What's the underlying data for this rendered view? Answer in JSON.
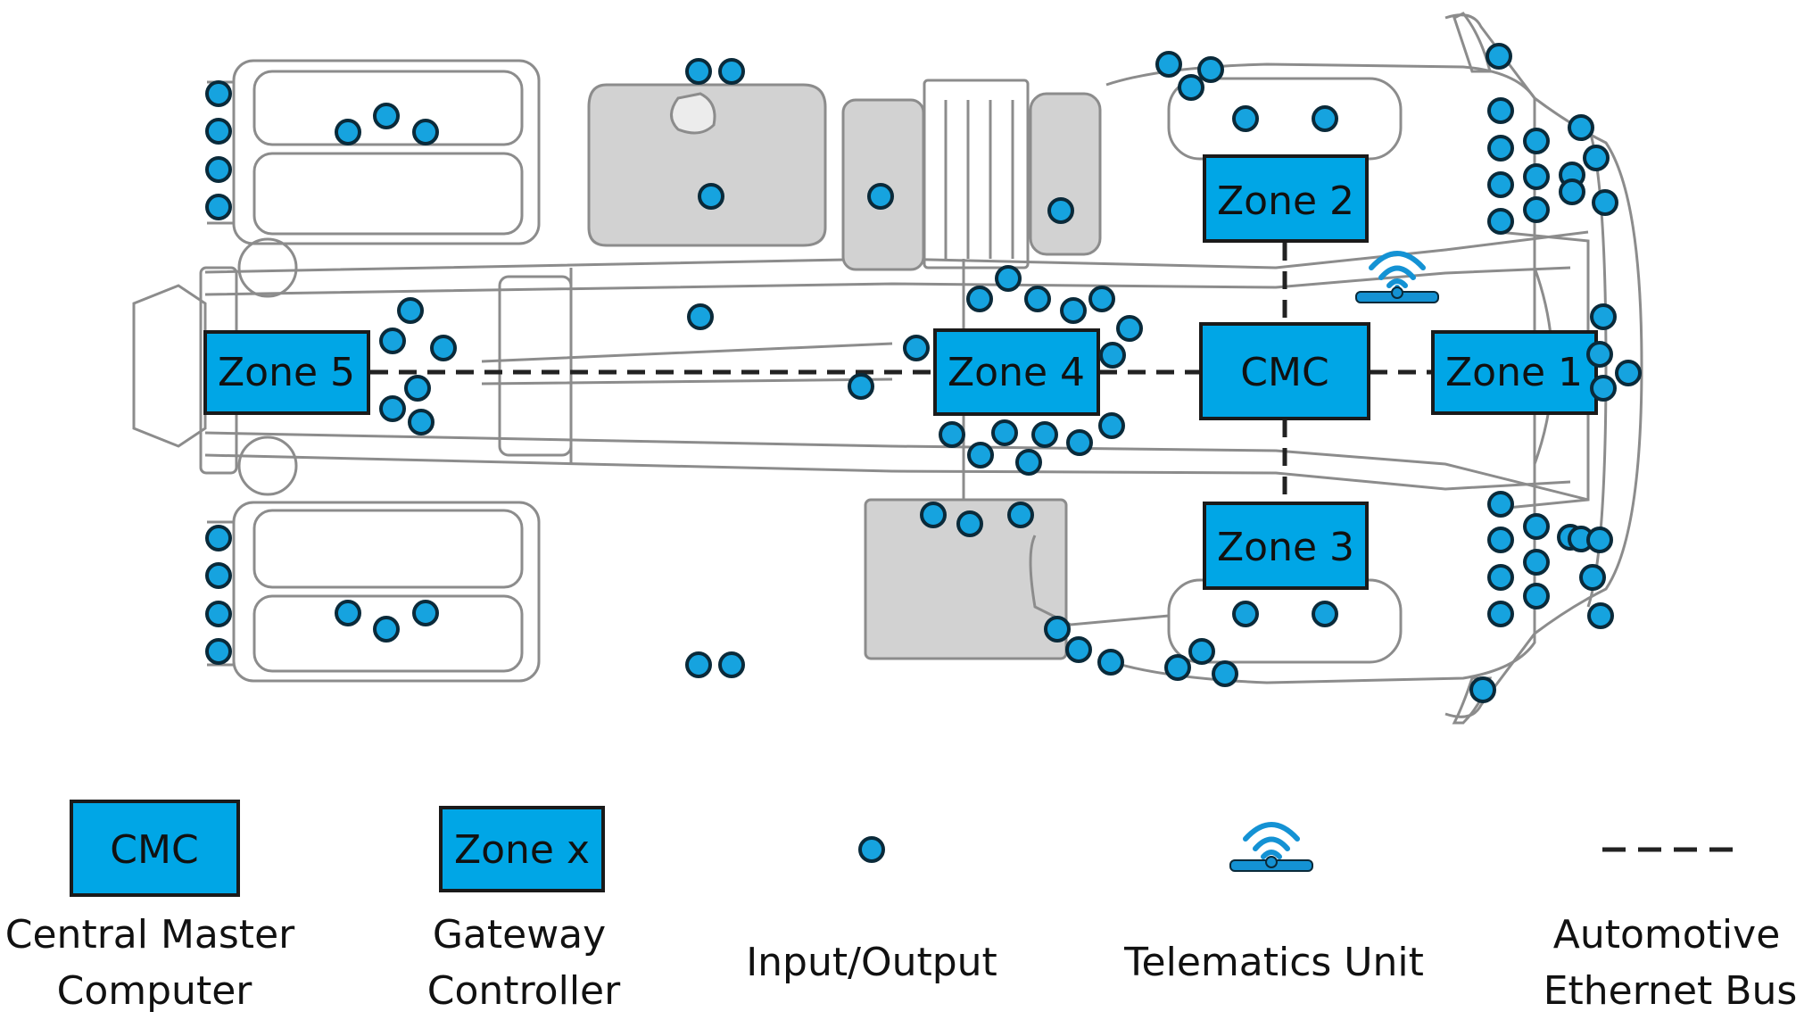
{
  "colors": {
    "accent": "#00a6e6",
    "box_stroke": "#1a1a1a",
    "io_dot_fill": "#16a3df",
    "io_dot_stroke": "#0a2a3a",
    "outline": "#8c8c8c",
    "tank_fill": "#d2d2d2",
    "bus": "#222222",
    "telematics": "#1492d4"
  },
  "zones": {
    "cmc": "CMC",
    "zone1": "Zone 1",
    "zone2": "Zone 2",
    "zone3": "Zone 3",
    "zone4": "Zone 4",
    "zone5": "Zone 5"
  },
  "legend": {
    "cmc_box": "CMC",
    "cmc_line1": "Central Master",
    "cmc_line2": "Computer",
    "zone_box": "Zone x",
    "zone_line1": "Gateway",
    "zone_line2": "Controller",
    "io_label": "Input/Output",
    "telematics_label": "Telematics Unit",
    "bus_line1": "Automotive",
    "bus_line2": "Ethernet Bus"
  },
  "icons": {
    "io": "io-dot-icon",
    "telematics": "wifi-antenna-icon",
    "bus": "dashed-line-icon"
  }
}
